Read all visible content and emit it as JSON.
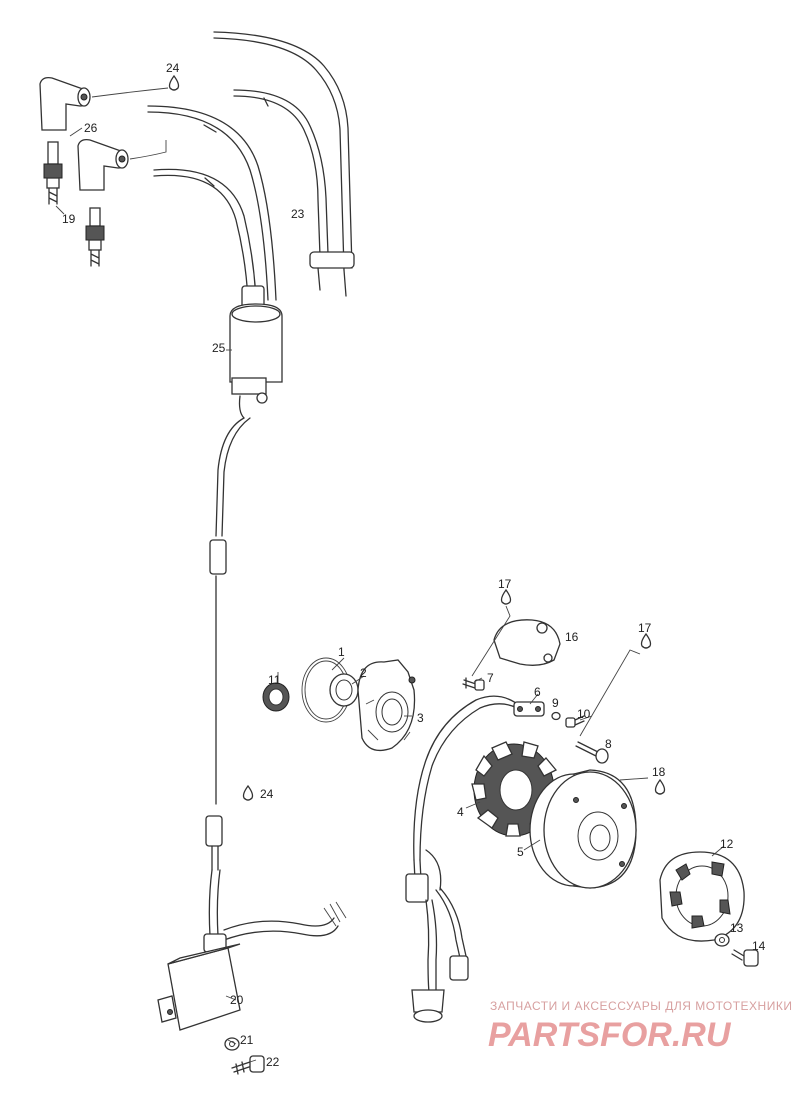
{
  "callouts": [
    {
      "id": "1",
      "text": "1"
    },
    {
      "id": "2",
      "text": "2"
    },
    {
      "id": "3",
      "text": "3"
    },
    {
      "id": "4",
      "text": "4"
    },
    {
      "id": "5",
      "text": "5"
    },
    {
      "id": "6",
      "text": "6"
    },
    {
      "id": "7",
      "text": "7"
    },
    {
      "id": "8",
      "text": "8"
    },
    {
      "id": "9",
      "text": "9"
    },
    {
      "id": "10",
      "text": "10"
    },
    {
      "id": "11",
      "text": "11"
    },
    {
      "id": "12",
      "text": "12"
    },
    {
      "id": "13",
      "text": "13"
    },
    {
      "id": "14",
      "text": "14"
    },
    {
      "id": "16",
      "text": "16"
    },
    {
      "id": "17a",
      "text": "17"
    },
    {
      "id": "17b",
      "text": "17"
    },
    {
      "id": "18",
      "text": "18"
    },
    {
      "id": "19",
      "text": "19"
    },
    {
      "id": "20",
      "text": "20"
    },
    {
      "id": "21",
      "text": "21"
    },
    {
      "id": "22",
      "text": "22"
    },
    {
      "id": "23",
      "text": "23"
    },
    {
      "id": "24a",
      "text": "24"
    },
    {
      "id": "24b",
      "text": "24"
    },
    {
      "id": "25",
      "text": "25"
    },
    {
      "id": "26",
      "text": "26"
    }
  ],
  "watermark": {
    "tagline": "ЗАПЧАСТИ И АКСЕССУАРЫ ДЛЯ МОТОТЕХНИКИ",
    "brand": "PARTSFOR.RU"
  },
  "colors": {
    "line": "#333333",
    "background": "#ffffff",
    "watermark": "#e8a0a0"
  }
}
